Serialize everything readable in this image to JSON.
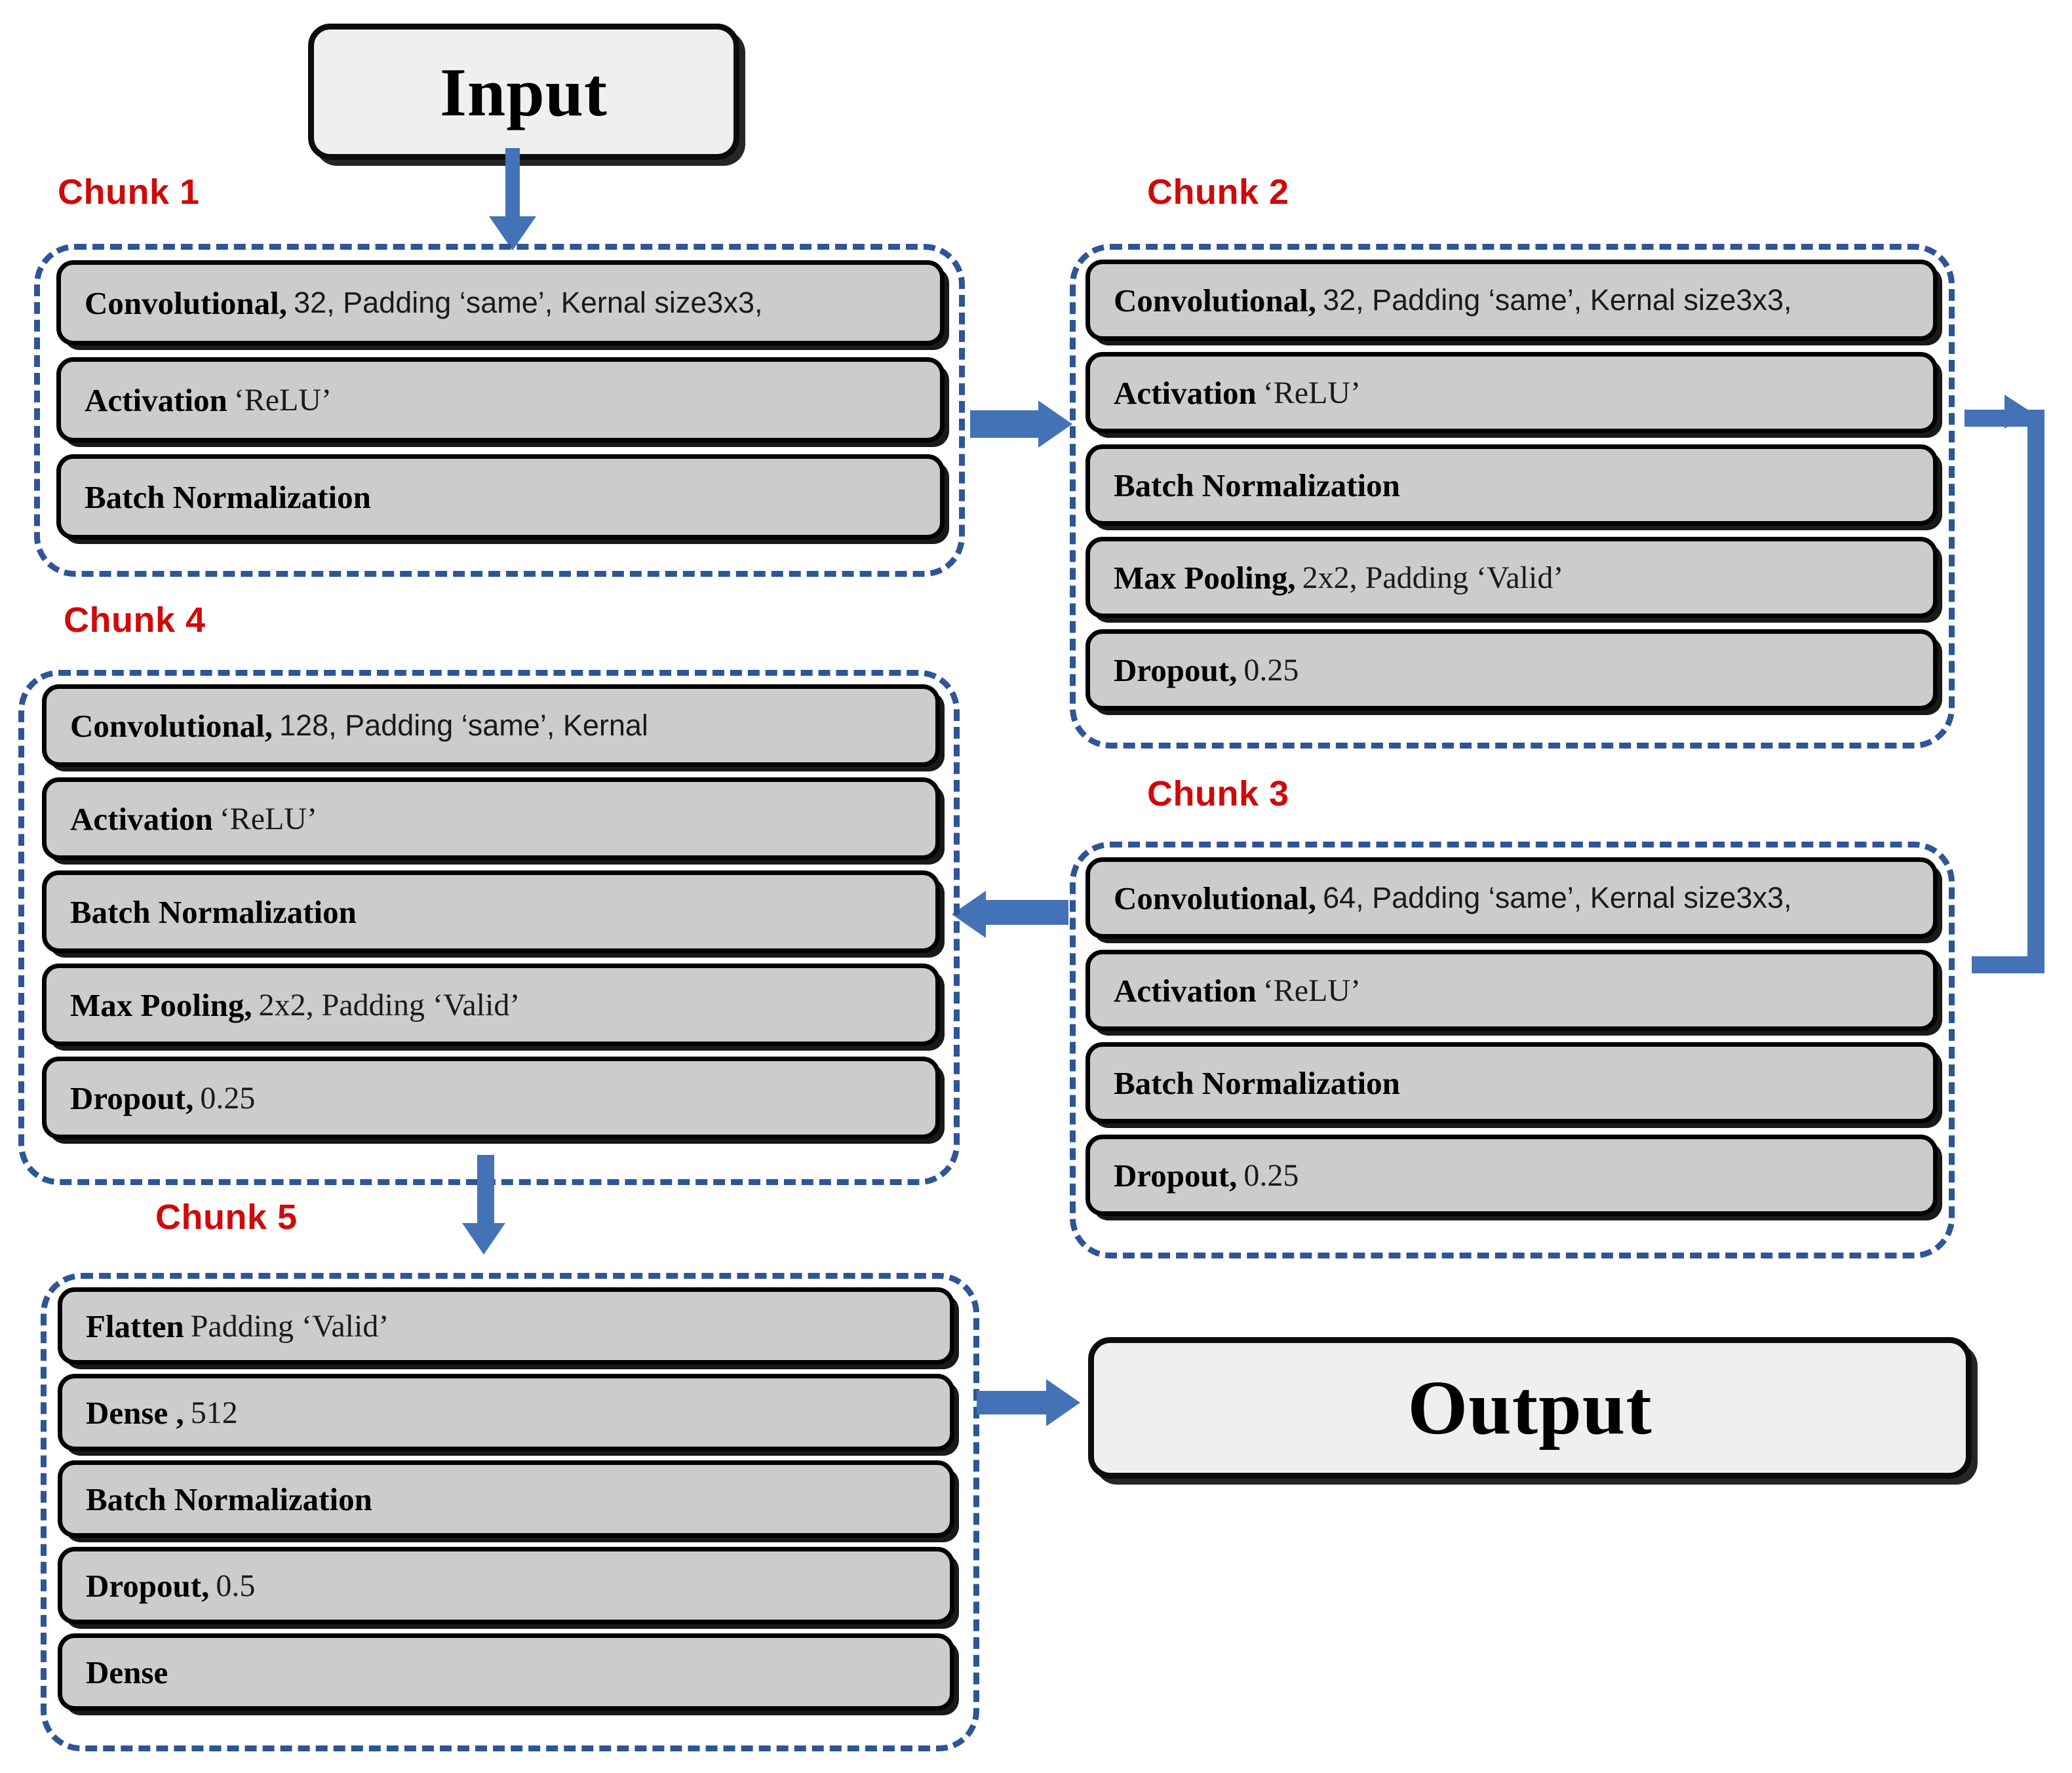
{
  "colors": {
    "chunk_border": "#2e5596",
    "chunk_label": "#cf0a0a",
    "arrow": "#4472b6",
    "layer_fill": "#cccccc",
    "terminal_fill": "#efefef",
    "layer_border": "#000000"
  },
  "terminals": {
    "input": "Input",
    "output": "Output"
  },
  "chunks": [
    {
      "label": "Chunk 1",
      "layers": [
        {
          "name": "Convolutional,",
          "params": "32, Padding ‘same’, Kernal size3x3,"
        },
        {
          "name": "Activation",
          "params": "‘ReLU’",
          "params_serif": true
        },
        {
          "name": "Batch Normalization",
          "params": ""
        }
      ]
    },
    {
      "label": "Chunk 2",
      "layers": [
        {
          "name": "Convolutional,",
          "params": "32, Padding ‘same’, Kernal size3x3,"
        },
        {
          "name": "Activation",
          "params": "‘ReLU’",
          "params_serif": true
        },
        {
          "name": "Batch Normalization",
          "params": ""
        },
        {
          "name": "Max Pooling,",
          "params": "2x2, Padding ‘Valid’",
          "params_serif": true
        },
        {
          "name": "Dropout,",
          "params": "0.25",
          "params_serif": true
        }
      ]
    },
    {
      "label": "Chunk 3",
      "layers": [
        {
          "name": "Convolutional,",
          "params": "64, Padding ‘same’, Kernal size3x3,"
        },
        {
          "name": "Activation",
          "params": "‘ReLU’",
          "params_serif": true
        },
        {
          "name": "Batch Normalization",
          "params": ""
        },
        {
          "name": "Dropout,",
          "params": "0.25",
          "params_serif": true
        }
      ]
    },
    {
      "label": "Chunk 4",
      "layers": [
        {
          "name": "Convolutional,",
          "params": "128, Padding ‘same’, Kernal"
        },
        {
          "name": "Activation",
          "params": "‘ReLU’",
          "params_serif": true
        },
        {
          "name": "Batch Normalization",
          "params": ""
        },
        {
          "name": "Max Pooling,",
          "params": "2x2, Padding ‘Valid’",
          "params_serif": true
        },
        {
          "name": "Dropout,",
          "params": "0.25",
          "params_serif": true
        }
      ]
    },
    {
      "label": "Chunk 5",
      "layers": [
        {
          "name": "Flatten",
          "params": "Padding ‘Valid’",
          "params_serif": true
        },
        {
          "name": "Dense ,",
          "params": "512",
          "params_serif": true
        },
        {
          "name": "Batch Normalization",
          "params": ""
        },
        {
          "name": "Dropout,",
          "params": "0.5",
          "params_serif": true
        },
        {
          "name": "Dense",
          "params": ""
        }
      ]
    }
  ],
  "connections": [
    {
      "from": "input",
      "to": "chunk-1",
      "direction": "down"
    },
    {
      "from": "chunk-1",
      "to": "chunk-2",
      "direction": "right"
    },
    {
      "from": "chunk-2",
      "to": "chunk-3",
      "direction": "right-down-left"
    },
    {
      "from": "chunk-3",
      "to": "chunk-4",
      "direction": "left"
    },
    {
      "from": "chunk-4",
      "to": "chunk-5",
      "direction": "down"
    },
    {
      "from": "chunk-5",
      "to": "output",
      "direction": "right"
    }
  ]
}
